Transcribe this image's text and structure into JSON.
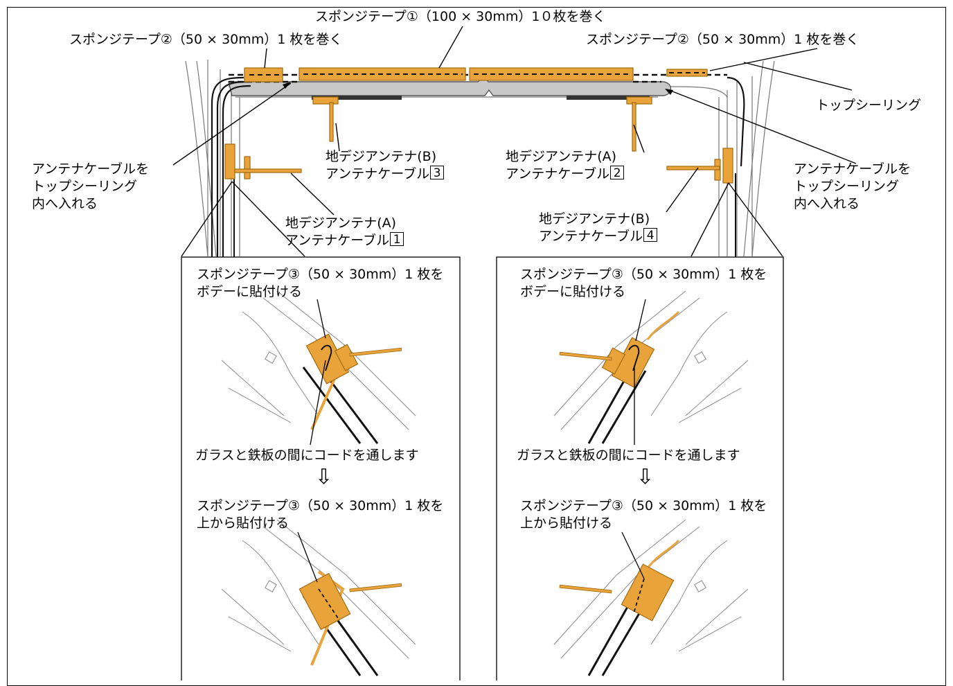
{
  "colors": {
    "tape": "#E8A33B",
    "tape_stroke": "#A36A10",
    "line": "#000000",
    "body": "#777777"
  },
  "labels": {
    "tape1_top": "スポンジテープ①（100 × 30mm）1０枚を巻く",
    "tape2_left": "スポンジテープ②（50 × 30mm）1 枚を巻く",
    "tape2_right": "スポンジテープ②（50 × 30mm）1 枚を巻く",
    "top_ceiling": "トップシーリング",
    "left_instruction": [
      "アンテナケーブルを",
      "トップシーリング",
      "内へ入れる"
    ],
    "right_instruction": [
      "アンテナケーブルを",
      "トップシーリング",
      "内へ入れる"
    ],
    "antenna_b3": {
      "line1": "地デジアンテナ(B)",
      "line2": "アンテナケーブル",
      "num": "3"
    },
    "antenna_a2": {
      "line1": "地デジアンテナ(A)",
      "line2": "アンテナケーブル",
      "num": "2"
    },
    "antenna_a1": {
      "line1": "地デジアンテナ(A)",
      "line2": "アンテナケーブル",
      "num": "1"
    },
    "antenna_b4": {
      "line1": "地デジアンテナ(B)",
      "line2": "アンテナケーブル",
      "num": "4"
    }
  },
  "panels": [
    {
      "step1": [
        "スポンジテープ③（50 × 30mm）1 枚を",
        "ボデーに貼付ける"
      ],
      "middle": "ガラスと鉄板の間にコードを通します",
      "arrow": "⇩",
      "step2": [
        "スポンジテープ③（50 × 30mm）1 枚を",
        "上から貼付ける"
      ]
    },
    {
      "step1": [
        "スポンジテープ③（50 × 30mm）1 枚を",
        "ボデーに貼付ける"
      ],
      "middle": "ガラスと鉄板の間にコードを通します",
      "arrow": "⇩",
      "step2": [
        "スポンジテープ③（50 × 30mm）1 枚を",
        "上から貼付ける"
      ]
    }
  ]
}
